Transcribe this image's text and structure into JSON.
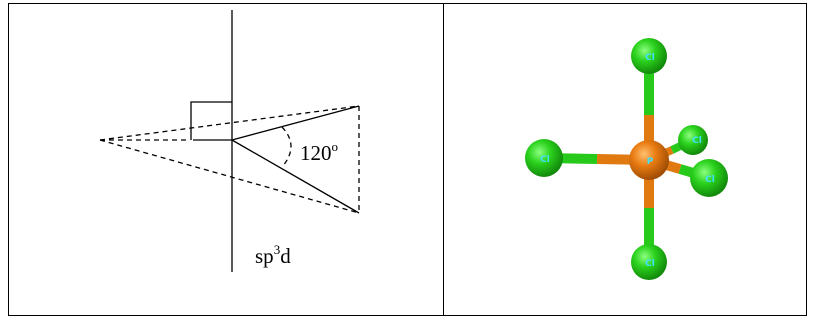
{
  "left_panel": {
    "angle_label": "120",
    "angle_unit": "o",
    "hybridization_prefix": "sp",
    "hybridization_sup": "3",
    "hybridization_suffix": "d"
  },
  "right_panel": {
    "central_atom": "P",
    "ligand_label": "Cl",
    "colors": {
      "phosphorus": "#e07a10",
      "chlorine": "#27c91a",
      "label": "#3fe0ff"
    }
  }
}
